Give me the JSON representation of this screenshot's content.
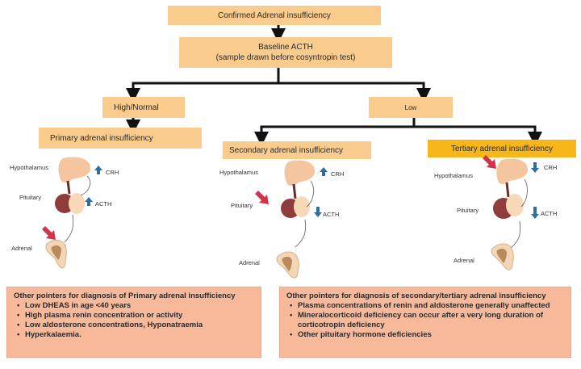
{
  "flowchart": {
    "confirmed": "Confirmed Adrenal insufficiency",
    "baseline_line1": "Baseline  ACTH",
    "baseline_line2": "(sample drawn before cosyntropin test)",
    "high_normal": "High/Normal",
    "low": "Low",
    "primary": "Primary adrenal insufficiency",
    "secondary": "Secondary adrenal insufficiency",
    "tertiary": "Tertiary adrenal insufficiency"
  },
  "anatomy": {
    "primary": {
      "hypothalamus": "Hypothalamus",
      "pituitary": "Pituitary",
      "adrenal": "Adrenal",
      "crh": "CRH",
      "acth": "ACTH",
      "crh_direction": "up",
      "acth_direction": "up",
      "lesion_site": "adrenal"
    },
    "secondary": {
      "hypothalamus": "Hypothalamus",
      "pituitary": "Pituitary",
      "adrenal": "Adrenal",
      "crh": "CRH",
      "acth": "ACTH",
      "crh_direction": "up",
      "acth_direction": "down",
      "lesion_site": "pituitary"
    },
    "tertiary": {
      "hypothalamus": "Hypothalamus",
      "pituitary": "Pituitary",
      "adrenal": "Adrenal",
      "crh": "CRH",
      "acth": "ACTH",
      "crh_direction": "down",
      "acth_direction": "down",
      "lesion_site": "hypothalamus"
    }
  },
  "pointers_primary": {
    "title": "Other pointers for diagnosis of Primary adrenal insufficiency",
    "items": [
      "Low DHEAS in age <40 years",
      "High plasma renin concentration or activity",
      "Low aldosterone concentrations, Hyponatraemia",
      "Hyperkalaemia."
    ]
  },
  "pointers_secondary": {
    "title": "Other pointers for diagnosis of secondary/tertiary adrenal insufficiency",
    "items": [
      "Plasma concentrations of renin and aldosterone generally unaffected",
      "Mineralocorticoid deficiency can occur after a very long duration of corticotropin deficiency",
      "Other pituitary hormone deficiencies"
    ]
  },
  "colors": {
    "box": "#f9cc8e",
    "tertiary_box": "#f7b619",
    "pointer_box": "#f8b89a",
    "up_down_arrow": "#2e6f9e",
    "lesion_arrow": "#d2334a",
    "connector": "#111111"
  }
}
